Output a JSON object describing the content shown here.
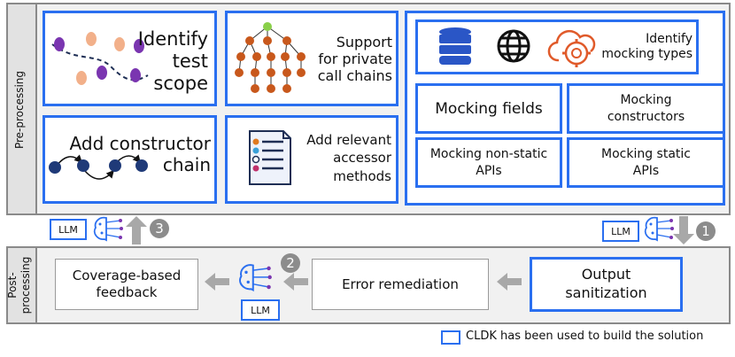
{
  "preprocessing": {
    "label": "Pre-processing",
    "identify_test_scope": "Identify\ntest\nscope",
    "support_private_call_chains": "Support\nfor private\ncall chains",
    "identify_mocking_types": "Identify\nmocking types",
    "add_constructor_chain": "Add constructor\nchain",
    "add_relevant_accessor_methods": "Add relevant\naccessor\nmethods",
    "mocking_fields": "Mocking fields",
    "mocking_constructors": "Mocking\nconstructors",
    "mocking_non_static_apis": "Mocking non-static\nAPIs",
    "mocking_static_apis": "Mocking static\nAPIs"
  },
  "postprocessing": {
    "label": "Post-\nprocessing",
    "coverage_feedback": "Coverage-based\nfeedback",
    "error_remediation": "Error remediation",
    "output_sanitization": "Output\nsanitization"
  },
  "llm_label": "LLM",
  "steps": [
    "1",
    "2",
    "3"
  ],
  "legend": "CLDK has been used to build the solution",
  "icons": [
    "scatter-clusters-icon",
    "call-tree-icon",
    "database-icon",
    "globe-icon",
    "cloud-gear-icon",
    "constructor-chain-icon",
    "document-list-icon",
    "neural-brain-icon",
    "arrow-icon"
  ],
  "colors": {
    "accent_blue": "#2a6ff0",
    "panel_grey": "#f1f1f1",
    "arrow_grey": "#a8a8a8",
    "node_orange": "#c8581c",
    "node_navy": "#1f3a78",
    "purple": "#7a35b0",
    "peach": "#f2b08a"
  }
}
